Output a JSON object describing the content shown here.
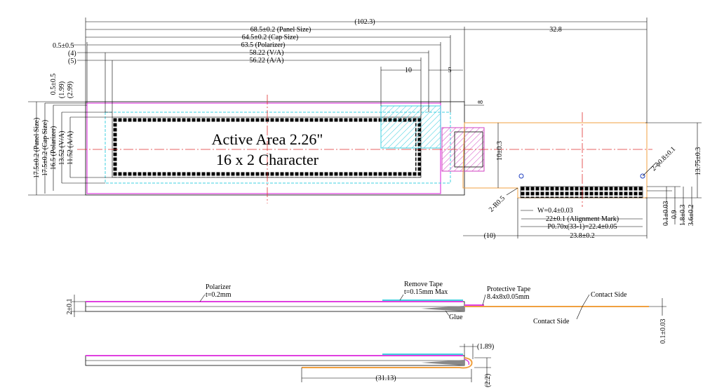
{
  "title_active": "Active Area 2.26\"",
  "title_format": "16 x 2 Character",
  "dims_top": {
    "overall": "(102.3)",
    "panel": "68.5±0.2 (Panel Size)",
    "cap": "64.5±0.2 (Cap Size)",
    "polarizer": "63.5 (Polarizer)",
    "va": "58.22 (V/A)",
    "aa": "56.22 (A/A)",
    "off05": "0.5±0.5",
    "off4": "(4)",
    "off5": "(5)",
    "fpc_len": "32.8",
    "d10": "10",
    "d5": "5"
  },
  "dims_left": {
    "panel": "17.5±0.2 (Panel Size)",
    "cap": "17.5±0.2 (Cap Size)",
    "polarizer": "16.5 (Polarizer)",
    "va": "13.52 (V/A)",
    "aa": "11.52 (A/A)",
    "off05": "0.5±0.5",
    "off199": "(1.99)",
    "off299": "(2.99)"
  },
  "dims_fpc": {
    "d8": "8",
    "h10": "10±0.3",
    "r05": "2-R0.5",
    "holes": "2-ϕ0.8±0.1",
    "h1375": "13.75±0.3",
    "w": "W=0.4±0.03",
    "align": "22±0.1 (Alignment Mark)",
    "pitch": "P0.70x(33-1)=22.4±0.05",
    "w238": "23.8±0.2",
    "d10b": "(10)",
    "t01": "0.1±0.03",
    "t09": "0.9",
    "t18": "1.8±0.3",
    "t36": "3.6±0.2"
  },
  "side": {
    "thick": "2±0.1",
    "polarizer_l1": "Polarizer",
    "polarizer_l2": "t=0.2mm",
    "tape_l1": "Remove Tape",
    "tape_l2": "t=0.15mm Max",
    "prot_l1": "Protective Tape",
    "prot_l2": "8.4x8x0.05mm",
    "glue": "Glue",
    "contact1": "Contact Side",
    "contact2": "Contact Side",
    "fpc_t": "0.1±0.03",
    "d189": "(1.89)",
    "d3113": "(31.13)",
    "d22": "(2.2)"
  }
}
